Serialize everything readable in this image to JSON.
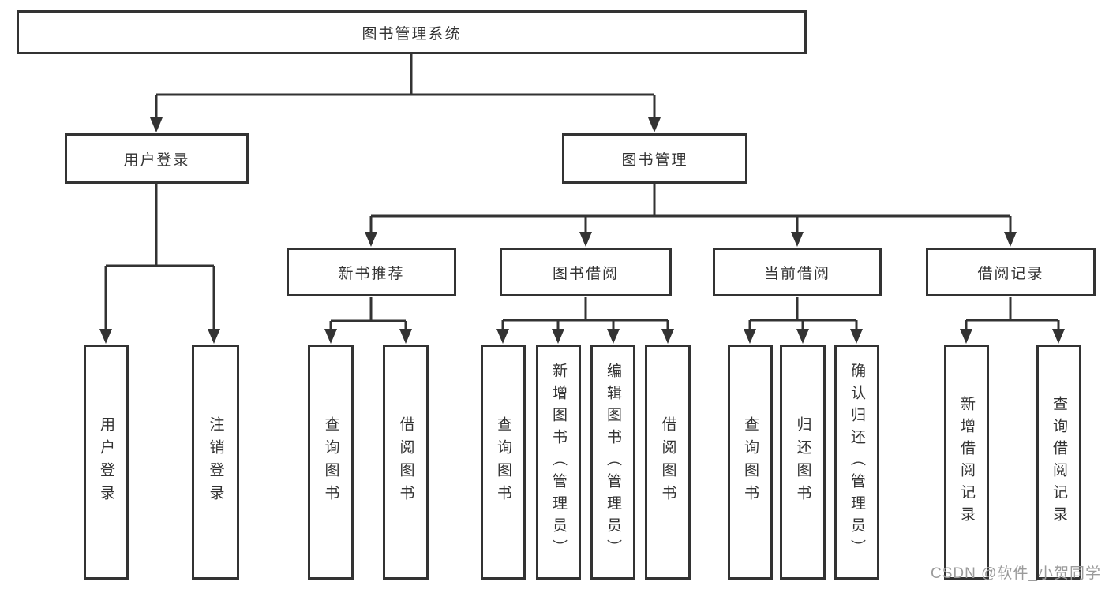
{
  "colors": {
    "line": "#333333",
    "box_border": "#333333",
    "text": "#333333",
    "watermark_text": "#9b9b9b",
    "background": "#ffffff"
  },
  "watermark": {
    "label": "CSDN @软件_小贺同学"
  },
  "tree": {
    "root": {
      "label": "图书管理系统"
    },
    "branches": [
      {
        "label": "用户登录",
        "leaves": [
          {
            "label": "用户登录"
          },
          {
            "label": "注销登录"
          }
        ]
      },
      {
        "label": "图书管理",
        "groups": [
          {
            "label": "新书推荐",
            "leaves": [
              {
                "label": "查询图书"
              },
              {
                "label": "借阅图书"
              }
            ]
          },
          {
            "label": "图书借阅",
            "leaves": [
              {
                "label": "查询图书"
              },
              {
                "label": "新增图书（管理员）"
              },
              {
                "label": "编辑图书（管理员）"
              },
              {
                "label": "借阅图书"
              }
            ]
          },
          {
            "label": "当前借阅",
            "leaves": [
              {
                "label": "查询图书"
              },
              {
                "label": "归还图书"
              },
              {
                "label": "确认归还（管理员）"
              }
            ]
          },
          {
            "label": "借阅记录",
            "leaves": [
              {
                "label": "新增借阅记录"
              },
              {
                "label": "查询借阅记录"
              }
            ]
          }
        ]
      }
    ]
  }
}
